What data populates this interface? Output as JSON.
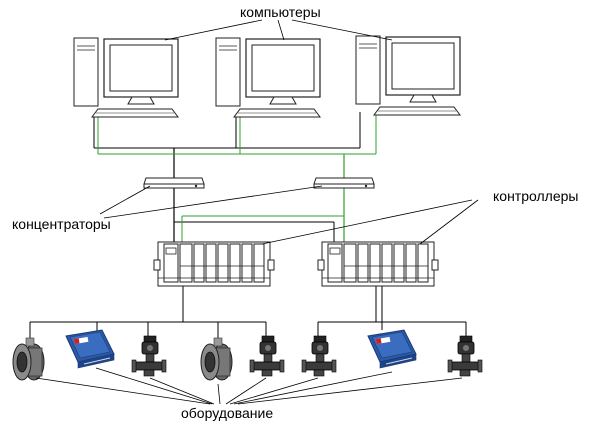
{
  "labels": {
    "computers": "компьютеры",
    "hubs": "концентраторы",
    "controllers": "контроллеры",
    "equipment": "оборудование"
  },
  "colors": {
    "line": "#000000",
    "green_link": "#2ea02e",
    "device_edge": "#222222",
    "panel_fill": "#ffffff",
    "meter_body": "#555555",
    "module_blue": "#2b5aa8",
    "module_red": "#cc2222"
  },
  "nodes": {
    "computers": [
      {
        "name": "computer-1",
        "icon": "desktop-computer-icon"
      },
      {
        "name": "computer-2",
        "icon": "desktop-computer-icon"
      },
      {
        "name": "computer-3",
        "icon": "desktop-computer-icon"
      }
    ],
    "hubs": [
      {
        "name": "hub-1",
        "icon": "network-hub-icon"
      },
      {
        "name": "hub-2",
        "icon": "network-hub-icon"
      }
    ],
    "controllers": [
      {
        "name": "controller-1",
        "icon": "plc-controller-icon"
      },
      {
        "name": "controller-2",
        "icon": "plc-controller-icon"
      }
    ],
    "equipment": [
      {
        "name": "equipment-flowmeter-1",
        "icon": "flowmeter-icon"
      },
      {
        "name": "equipment-module-1",
        "icon": "io-module-icon"
      },
      {
        "name": "equipment-transmitter-1",
        "icon": "pressure-transmitter-icon"
      },
      {
        "name": "equipment-flowmeter-2",
        "icon": "flowmeter-icon"
      },
      {
        "name": "equipment-transmitter-2",
        "icon": "pressure-transmitter-icon"
      },
      {
        "name": "equipment-transmitter-3",
        "icon": "pressure-transmitter-icon"
      },
      {
        "name": "equipment-module-2",
        "icon": "io-module-icon"
      },
      {
        "name": "equipment-transmitter-4",
        "icon": "pressure-transmitter-icon"
      }
    ]
  }
}
